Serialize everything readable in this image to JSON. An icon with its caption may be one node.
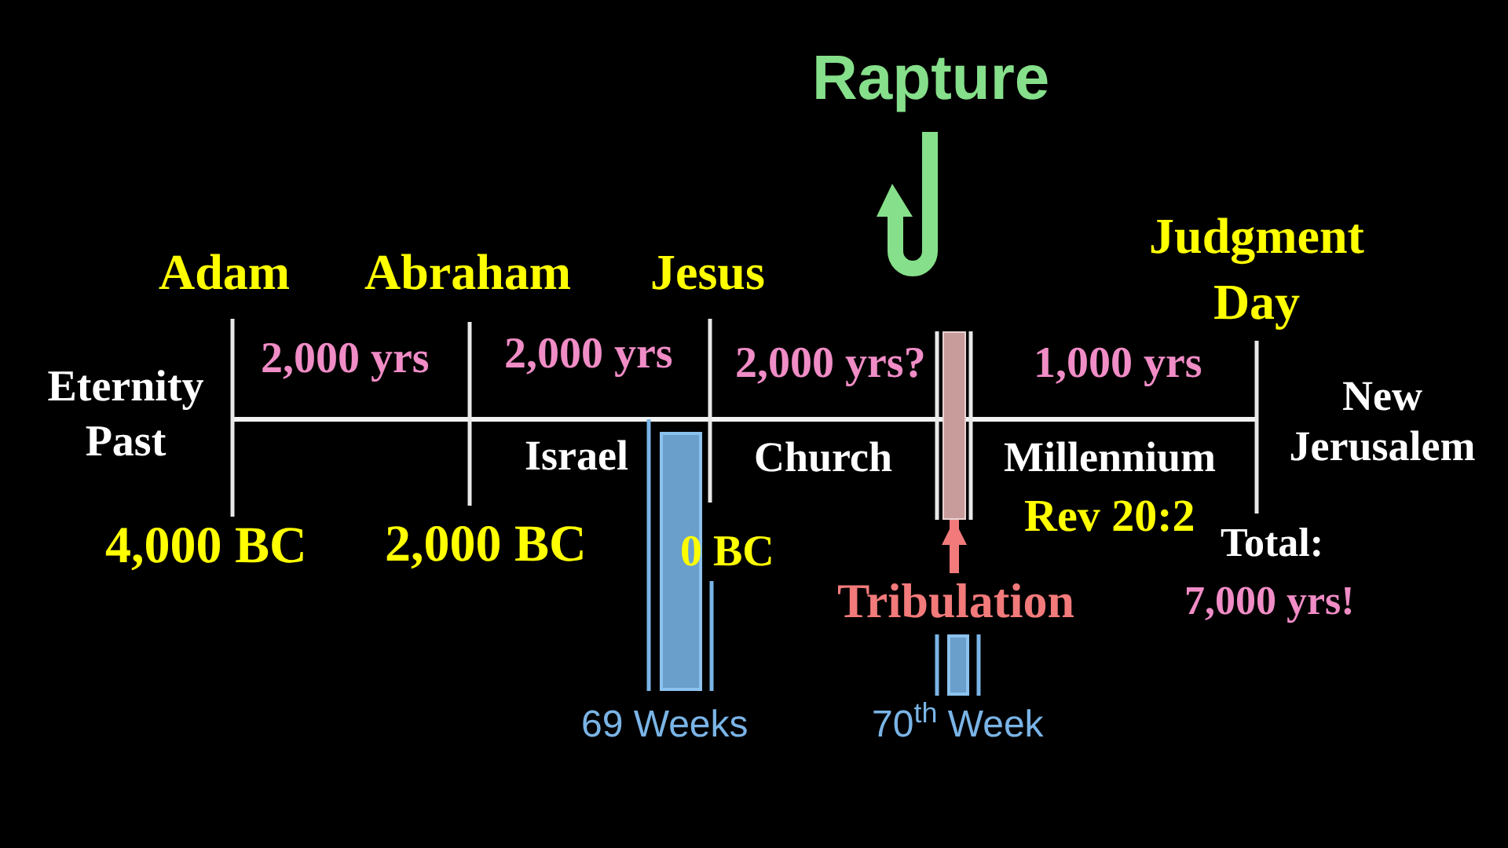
{
  "diagram": {
    "nodes": [
      {
        "text": [],
        "shape": "bar"
      },
      {
        "text": [],
        "shape": "bar",
        "beside": [
          "69 Weeks"
        ]
      },
      {
        "text": [
          "Tribulation"
        ]
      },
      {
        "text": [],
        "shape": "bar",
        "beside": [
          "70$^{th}$ Week"
        ]
      }
    ],
    "edges": [
      {
        "from": 2,
        "to": 0,
        "arrow": "to"
      }
    ],
    "labels": [
      "Rapture",
      "Judgment Day",
      "Adam",
      "Abraham",
      "Jesus",
      "2,000 yrs",
      "2,000 yrs",
      "2,000 yrs?",
      "1,000 yrs",
      "Eternity Past",
      "New Jerusalem",
      "Israel",
      "Church",
      "Millennium",
      "Rev 20:2",
      "4,000 BC",
      "2,000 BC",
      "0 BC",
      "Total:",
      "7,000 yrs!"
    ]
  }
}
